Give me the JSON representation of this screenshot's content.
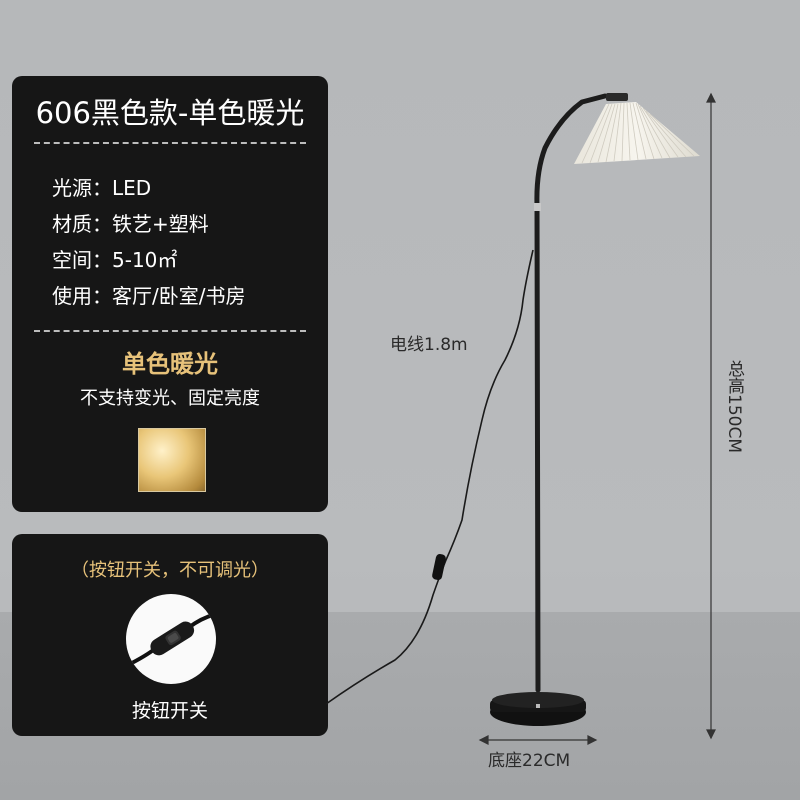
{
  "title": "606黑色款-单色暖光",
  "specs": [
    {
      "label": "光源：",
      "value": "LED"
    },
    {
      "label": "材质：",
      "value": "铁艺+塑料"
    },
    {
      "label": "空间：",
      "value": "5-10㎡"
    },
    {
      "label": "使用：",
      "value": "客厅/卧室/书房"
    }
  ],
  "light": {
    "title": "单色暖光",
    "description": "不支持变光、固定亮度",
    "swatch_color": "#e9c678"
  },
  "switch": {
    "note": "（按钮开关，不可调光）",
    "label": "按钮开关"
  },
  "dimensions": {
    "cord": "电线1.8m",
    "base": "底座22CM",
    "height": "总高150CM"
  },
  "colors": {
    "panel_bg": "#161616",
    "accent_gold": "#e7c27a",
    "text": "#ffffff"
  }
}
